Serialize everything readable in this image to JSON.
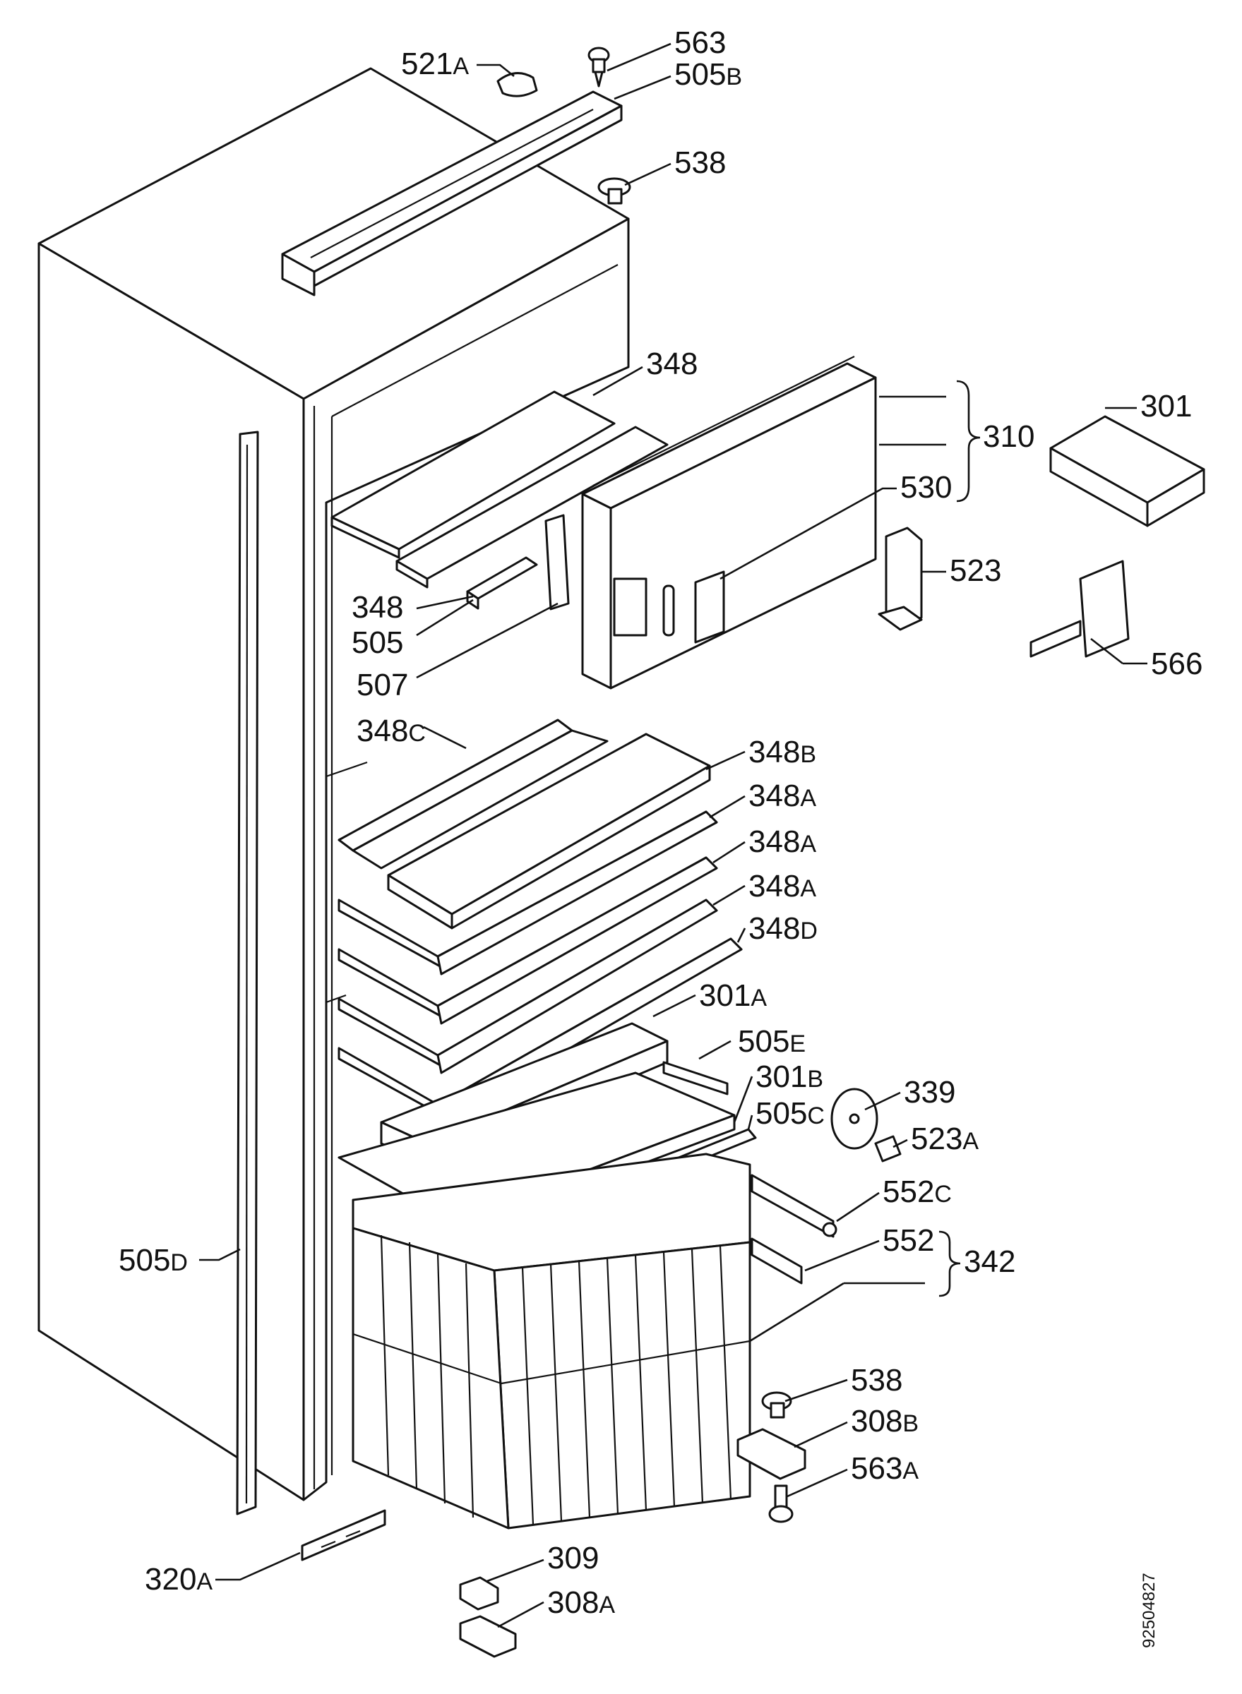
{
  "labels": {
    "p521A": {
      "num": "521",
      "suf": "A"
    },
    "p563": {
      "num": "563",
      "suf": ""
    },
    "p505B": {
      "num": "505",
      "suf": "B"
    },
    "p538_top": {
      "num": "538",
      "suf": ""
    },
    "p348_top": {
      "num": "348",
      "suf": ""
    },
    "p310": {
      "num": "310",
      "suf": ""
    },
    "p301": {
      "num": "301",
      "suf": ""
    },
    "p530": {
      "num": "530",
      "suf": ""
    },
    "p523": {
      "num": "523",
      "suf": ""
    },
    "p348_mid": {
      "num": "348",
      "suf": ""
    },
    "p505": {
      "num": "505",
      "suf": ""
    },
    "p507": {
      "num": "507",
      "suf": ""
    },
    "p566": {
      "num": "566",
      "suf": ""
    },
    "p348C": {
      "num": "348",
      "suf": "C"
    },
    "p348B": {
      "num": "348",
      "suf": "B"
    },
    "p348A_1": {
      "num": "348",
      "suf": "A"
    },
    "p348A_2": {
      "num": "348",
      "suf": "A"
    },
    "p348A_3": {
      "num": "348",
      "suf": "A"
    },
    "p348D": {
      "num": "348",
      "suf": "D"
    },
    "p301A": {
      "num": "301",
      "suf": "A"
    },
    "p505E": {
      "num": "505",
      "suf": "E"
    },
    "p301B": {
      "num": "301",
      "suf": "B"
    },
    "p505C": {
      "num": "505",
      "suf": "C"
    },
    "p339": {
      "num": "339",
      "suf": ""
    },
    "p523A": {
      "num": "523",
      "suf": "A"
    },
    "p552C": {
      "num": "552",
      "suf": "C"
    },
    "p552": {
      "num": "552",
      "suf": ""
    },
    "p342": {
      "num": "342",
      "suf": ""
    },
    "p505D": {
      "num": "505",
      "suf": "D"
    },
    "p538_bot": {
      "num": "538",
      "suf": ""
    },
    "p308B": {
      "num": "308",
      "suf": "B"
    },
    "p563A": {
      "num": "563",
      "suf": "A"
    },
    "p309": {
      "num": "309",
      "suf": ""
    },
    "p320A": {
      "num": "320",
      "suf": "A"
    },
    "p308A": {
      "num": "308",
      "suf": "A"
    }
  },
  "drawing_code": "92504827"
}
